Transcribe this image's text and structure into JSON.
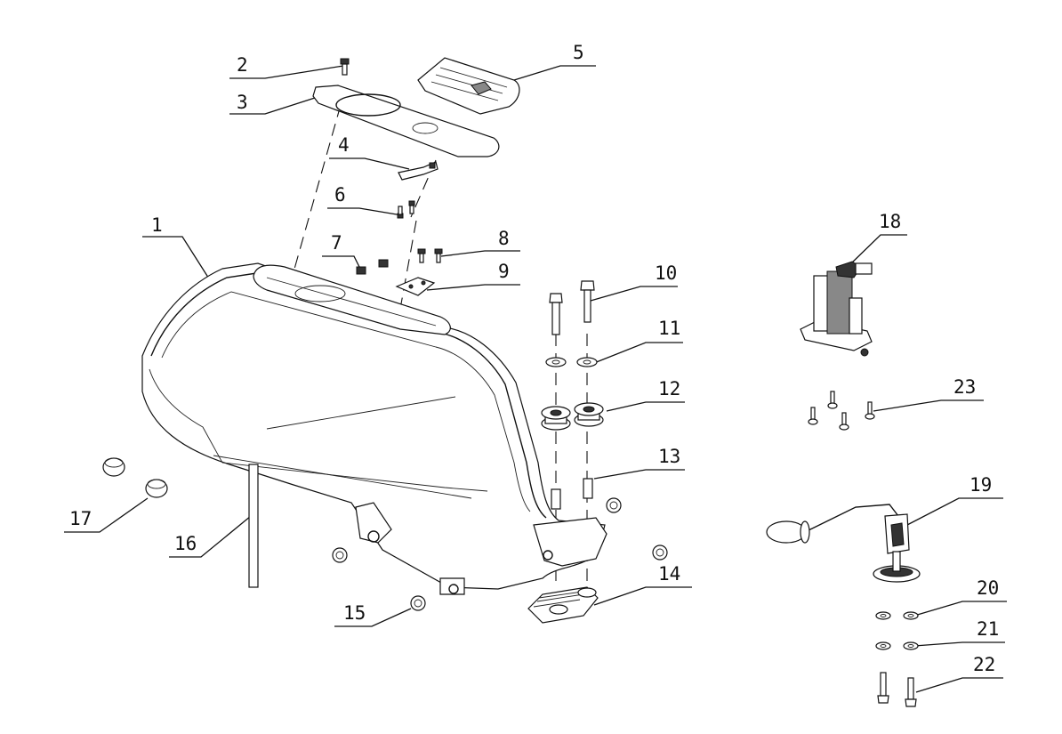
{
  "diagram": {
    "type": "exploded-parts-view",
    "callouts": [
      {
        "id": "callout-1",
        "label": "1"
      },
      {
        "id": "callout-2",
        "label": "2"
      },
      {
        "id": "callout-3",
        "label": "3"
      },
      {
        "id": "callout-4",
        "label": "4"
      },
      {
        "id": "callout-5",
        "label": "5"
      },
      {
        "id": "callout-6",
        "label": "6"
      },
      {
        "id": "callout-7",
        "label": "7"
      },
      {
        "id": "callout-8",
        "label": "8"
      },
      {
        "id": "callout-9",
        "label": "9"
      },
      {
        "id": "callout-10",
        "label": "10"
      },
      {
        "id": "callout-11",
        "label": "11"
      },
      {
        "id": "callout-12",
        "label": "12"
      },
      {
        "id": "callout-13",
        "label": "13"
      },
      {
        "id": "callout-14",
        "label": "14"
      },
      {
        "id": "callout-15",
        "label": "15"
      },
      {
        "id": "callout-16",
        "label": "16"
      },
      {
        "id": "callout-17",
        "label": "17"
      },
      {
        "id": "callout-18",
        "label": "18"
      },
      {
        "id": "callout-19",
        "label": "19"
      },
      {
        "id": "callout-20",
        "label": "20"
      },
      {
        "id": "callout-21",
        "label": "21"
      },
      {
        "id": "callout-22",
        "label": "22"
      },
      {
        "id": "callout-23",
        "label": "23"
      }
    ]
  }
}
